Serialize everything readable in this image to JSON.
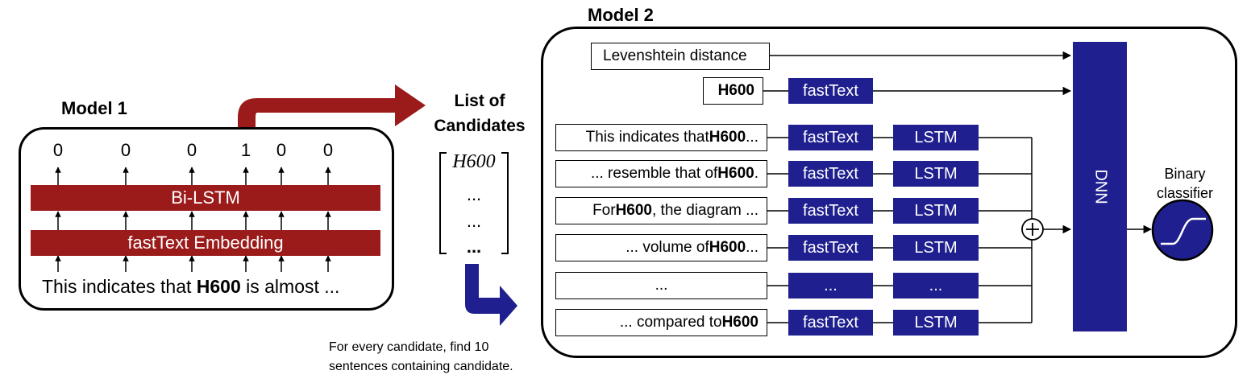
{
  "model1": {
    "title": "Model 1",
    "outputs": [
      "0",
      "0",
      "0",
      "1",
      "0",
      "0"
    ],
    "bilstm_label": "Bi-LSTM",
    "embedding_label": "fastText Embedding",
    "sentence": {
      "pre": "This indicates that ",
      "bold": "H600",
      "post": " is almost ..."
    }
  },
  "candidates": {
    "title_line1": "List of",
    "title_line2": "Candidates",
    "first_item": "H600",
    "items": [
      "...",
      "...",
      "..."
    ],
    "note_line1": "For every candidate, find 10",
    "note_line2": "sentences containing candidate."
  },
  "model2": {
    "title": "Model 2",
    "levenshtein_label": "Levenshtein distance",
    "h600_label": "H600",
    "h600_encoder": "fastText",
    "sentences": [
      {
        "pre": "This indicates that ",
        "bold": "H600",
        "post": "...",
        "enc": "fastText",
        "rnn": "LSTM"
      },
      {
        "pre": "... resemble that of ",
        "bold": "H600",
        "post": ".",
        "enc": "fastText",
        "rnn": "LSTM"
      },
      {
        "pre": "For ",
        "bold": "H600",
        "post": ", the diagram ...",
        "enc": "fastText",
        "rnn": "LSTM"
      },
      {
        "pre": "... volume of ",
        "bold": "H600",
        "post": " ...",
        "enc": "fastText",
        "rnn": "LSTM"
      },
      {
        "pre": "...",
        "bold": "",
        "post": "",
        "enc": "...",
        "rnn": "..."
      },
      {
        "pre": "... compared to ",
        "bold": "H600",
        "post": "",
        "enc": "fastText",
        "rnn": "LSTM"
      }
    ],
    "sum_symbol": "+",
    "dnn_label": "DNN",
    "classifier_line1": "Binary",
    "classifier_line2": "classifier"
  },
  "colors": {
    "model1_bar": "#9b1b1b",
    "model2_block": "#1f1f8f",
    "arrow_red": "#9b1b1b",
    "arrow_blue": "#1f1f8f"
  }
}
